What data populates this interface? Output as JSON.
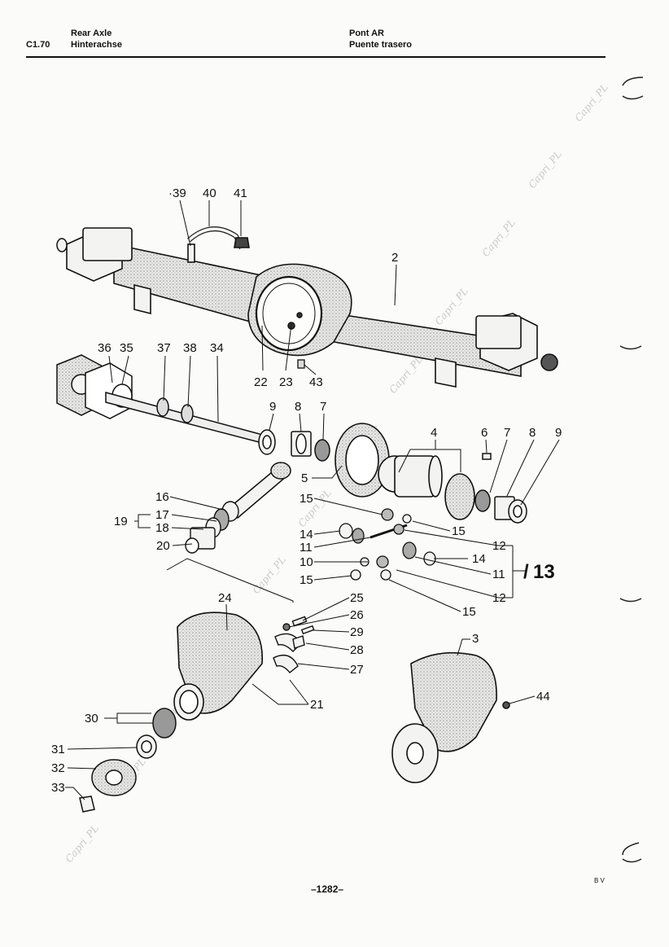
{
  "header": {
    "code": "C1.70",
    "title_en": "Rear Axle",
    "title_de": "Hinterachse",
    "title_fr": "Pont AR",
    "title_es": "Puente trasero"
  },
  "callouts": {
    "c2": "2",
    "c3": "3",
    "c4": "4",
    "c5": "5",
    "c6": "6",
    "c7a": "7",
    "c7b": "7",
    "c8a": "8",
    "c8b": "8",
    "c9a": "9",
    "c9b": "9",
    "c10": "10",
    "c11a": "11",
    "c11b": "11",
    "c12a": "12",
    "c12b": "12",
    "c13": "13",
    "c14a": "14",
    "c14b": "14",
    "c15a": "15",
    "c15b": "15",
    "c15c": "15",
    "c15d": "15",
    "c16": "16",
    "c17": "17",
    "c18": "18",
    "c19": "19",
    "c20": "20",
    "c21": "21",
    "c22": "22",
    "c23": "23",
    "c24": "24",
    "c25": "25",
    "c26": "26",
    "c27": "27",
    "c28": "28",
    "c29": "29",
    "c30": "30",
    "c31": "31",
    "c32": "32",
    "c33": "33",
    "c34": "34",
    "c35": "35",
    "c36": "36",
    "c37": "37",
    "c38": "38",
    "c39": "·39",
    "c40": "40",
    "c41": "41",
    "c43": "43",
    "c44": "44"
  },
  "watermark": "Capri_PL",
  "footer": {
    "page": "–1282–",
    "mark": "B V"
  }
}
